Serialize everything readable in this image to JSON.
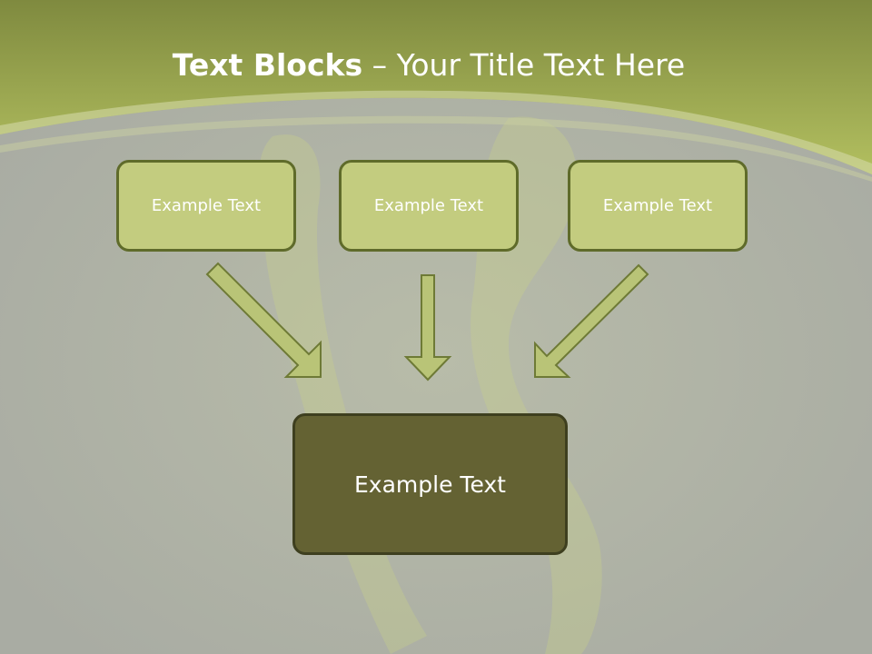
{
  "slide": {
    "title_bold": "Text Blocks",
    "title_rest": " – Your Title Text Here"
  },
  "blocks": [
    {
      "label": "Example Text"
    },
    {
      "label": "Example Text"
    },
    {
      "label": "Example Text"
    }
  ],
  "main_block": {
    "label": "Example Text"
  },
  "colors": {
    "header": "#9fae56",
    "box_fill": "#c3cc7f",
    "box_border": "#5f6b2a",
    "main_fill": "#646233",
    "arrow_fill": "#b9c477"
  }
}
